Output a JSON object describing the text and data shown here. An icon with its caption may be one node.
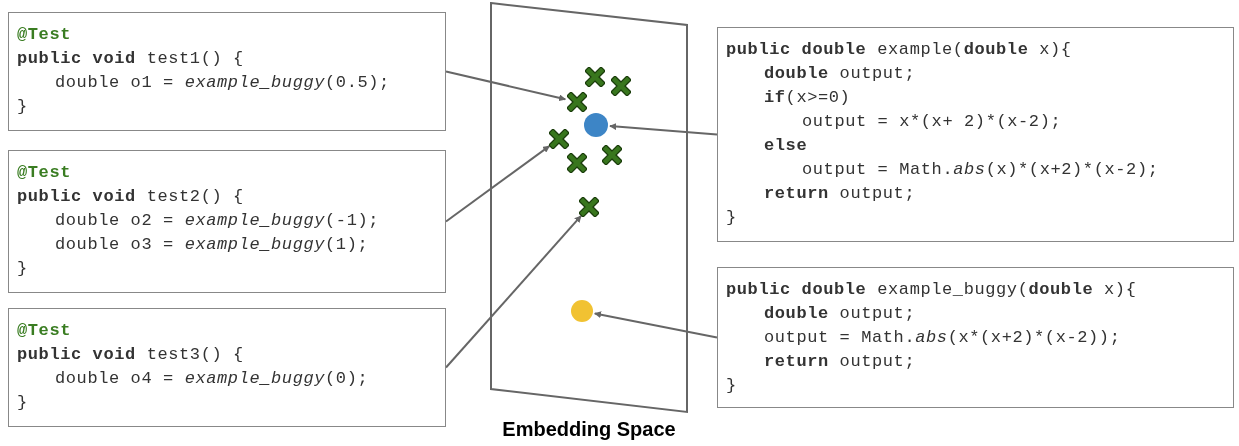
{
  "diagram": {
    "caption": "Embedding Space",
    "nodes": [
      {
        "text": [
          "@Test",
          "**public void** test1() {",
          "double o1 = *example_buggy*(0.5);",
          "}"
        ]
      },
      {
        "text": [
          "@Test",
          "**public void** test2() {",
          "double o2 = *example_buggy*(-1);",
          "double o3 = *example_buggy*(1);",
          "}"
        ]
      },
      {
        "text": [
          "@Test",
          "**public void** test3() {",
          "double o4 = *example_buggy*(0);",
          "}"
        ]
      },
      {
        "text": [],
        "shape": "parallelogram"
      },
      {
        "text": [],
        "shape": "cross",
        "in": 3
      },
      {
        "text": [],
        "shape": "cross",
        "in": 3
      },
      {
        "text": [],
        "shape": "cross",
        "in": 3
      },
      {
        "text": [],
        "shape": "circle",
        "in": 3
      },
      {
        "text": [],
        "shape": "cross",
        "in": 3
      },
      {
        "text": [],
        "shape": "cross",
        "in": 3
      },
      {
        "text": [],
        "shape": "cross",
        "in": 3
      },
      {
        "text": [],
        "shape": "cross",
        "in": 3
      },
      {
        "text": [],
        "shape": "circle",
        "in": 3
      },
      {
        "text": [
          "**public double** example(**double** x){",
          "**double** output;",
          "**if**(x>=0)",
          "output = x*(x+ 2)*(x-2);",
          "**else**",
          "output = Math.*abs*(x)*",
          "(x+2)*(x-2);",
          "**return** output;",
          "}"
        ]
      },
      {
        "text": [
          "**public double** example_buggy(**double** x){",
          "**double** output;",
          "output = Math.*abs*(x*(x+2)*(x-2));",
          "**return** output;",
          "}"
        ]
      }
    ],
    "edges": [
      {
        "from": 0,
        "to": 6,
        "arrow": "to"
      },
      {
        "from": 1,
        "to": 8,
        "arrow": "to"
      },
      {
        "from": 2,
        "to": 11,
        "arrow": "to"
      },
      {
        "from": 13,
        "to": 7,
        "arrow": "to"
      },
      {
        "from": 14,
        "to": 12,
        "arrow": "to"
      }
    ]
  }
}
